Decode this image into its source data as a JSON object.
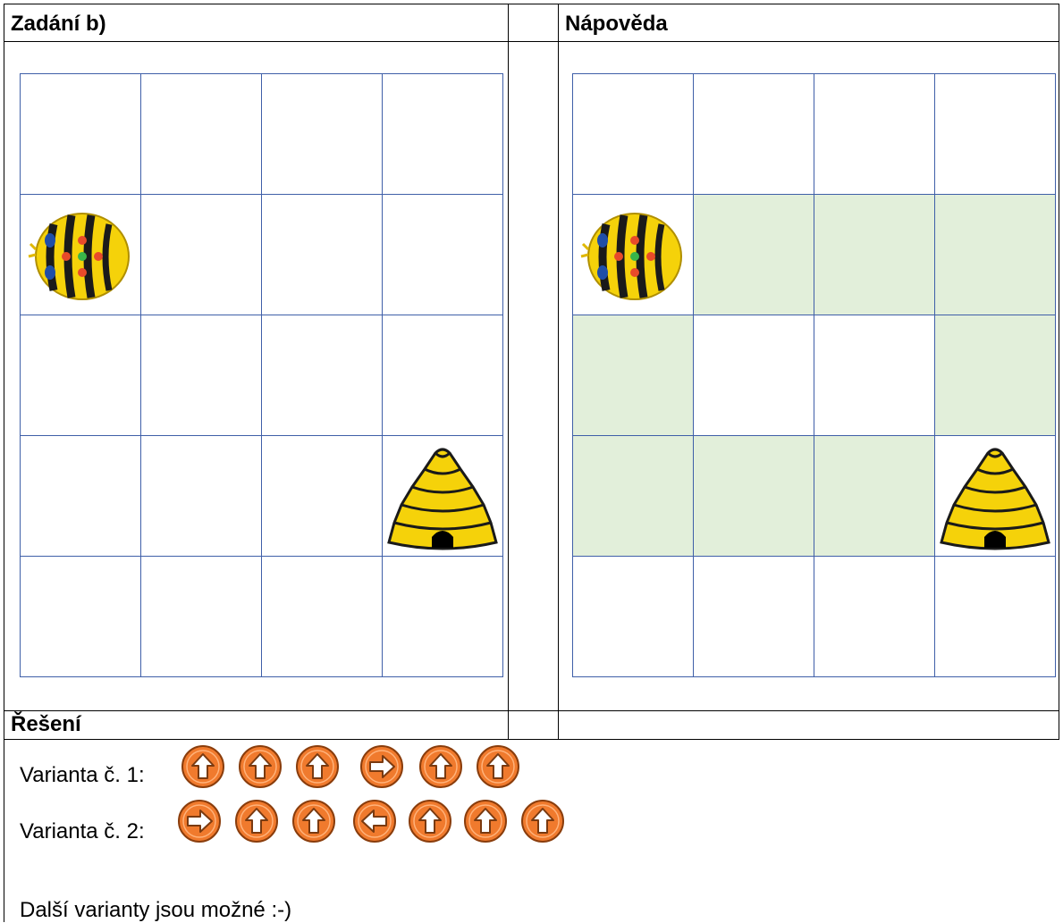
{
  "headers": {
    "task": "Zadání b)",
    "hint": "Nápověda",
    "solution": "Řešení"
  },
  "colors": {
    "grid_line": "#3f5fa8",
    "hint_fill": "#e2efda",
    "button_fill": "#f07a2d",
    "bee_yellow": "#f5d20a"
  },
  "task_grid": {
    "rows": 5,
    "cols": 4,
    "bee": [
      1,
      0
    ],
    "hive": [
      3,
      3
    ],
    "highlighted": []
  },
  "hint_grid": {
    "rows": 5,
    "cols": 4,
    "bee": [
      1,
      0
    ],
    "hive": [
      3,
      3
    ],
    "highlighted": [
      [
        1,
        1
      ],
      [
        1,
        2
      ],
      [
        1,
        3
      ],
      [
        2,
        0
      ],
      [
        2,
        3
      ],
      [
        3,
        0
      ],
      [
        3,
        1
      ],
      [
        3,
        2
      ]
    ]
  },
  "variants": [
    {
      "label": "Varianta č. 1:",
      "commands": [
        "forward-icon",
        "forward-icon",
        "forward-icon",
        "right-icon",
        "forward-icon",
        "forward-icon"
      ]
    },
    {
      "label": "Varianta č. 2:",
      "commands": [
        "right-icon",
        "forward-icon",
        "forward-icon",
        "left-icon",
        "forward-icon",
        "forward-icon",
        "forward-icon"
      ]
    }
  ],
  "note": "Další varianty jsou možné :-)"
}
